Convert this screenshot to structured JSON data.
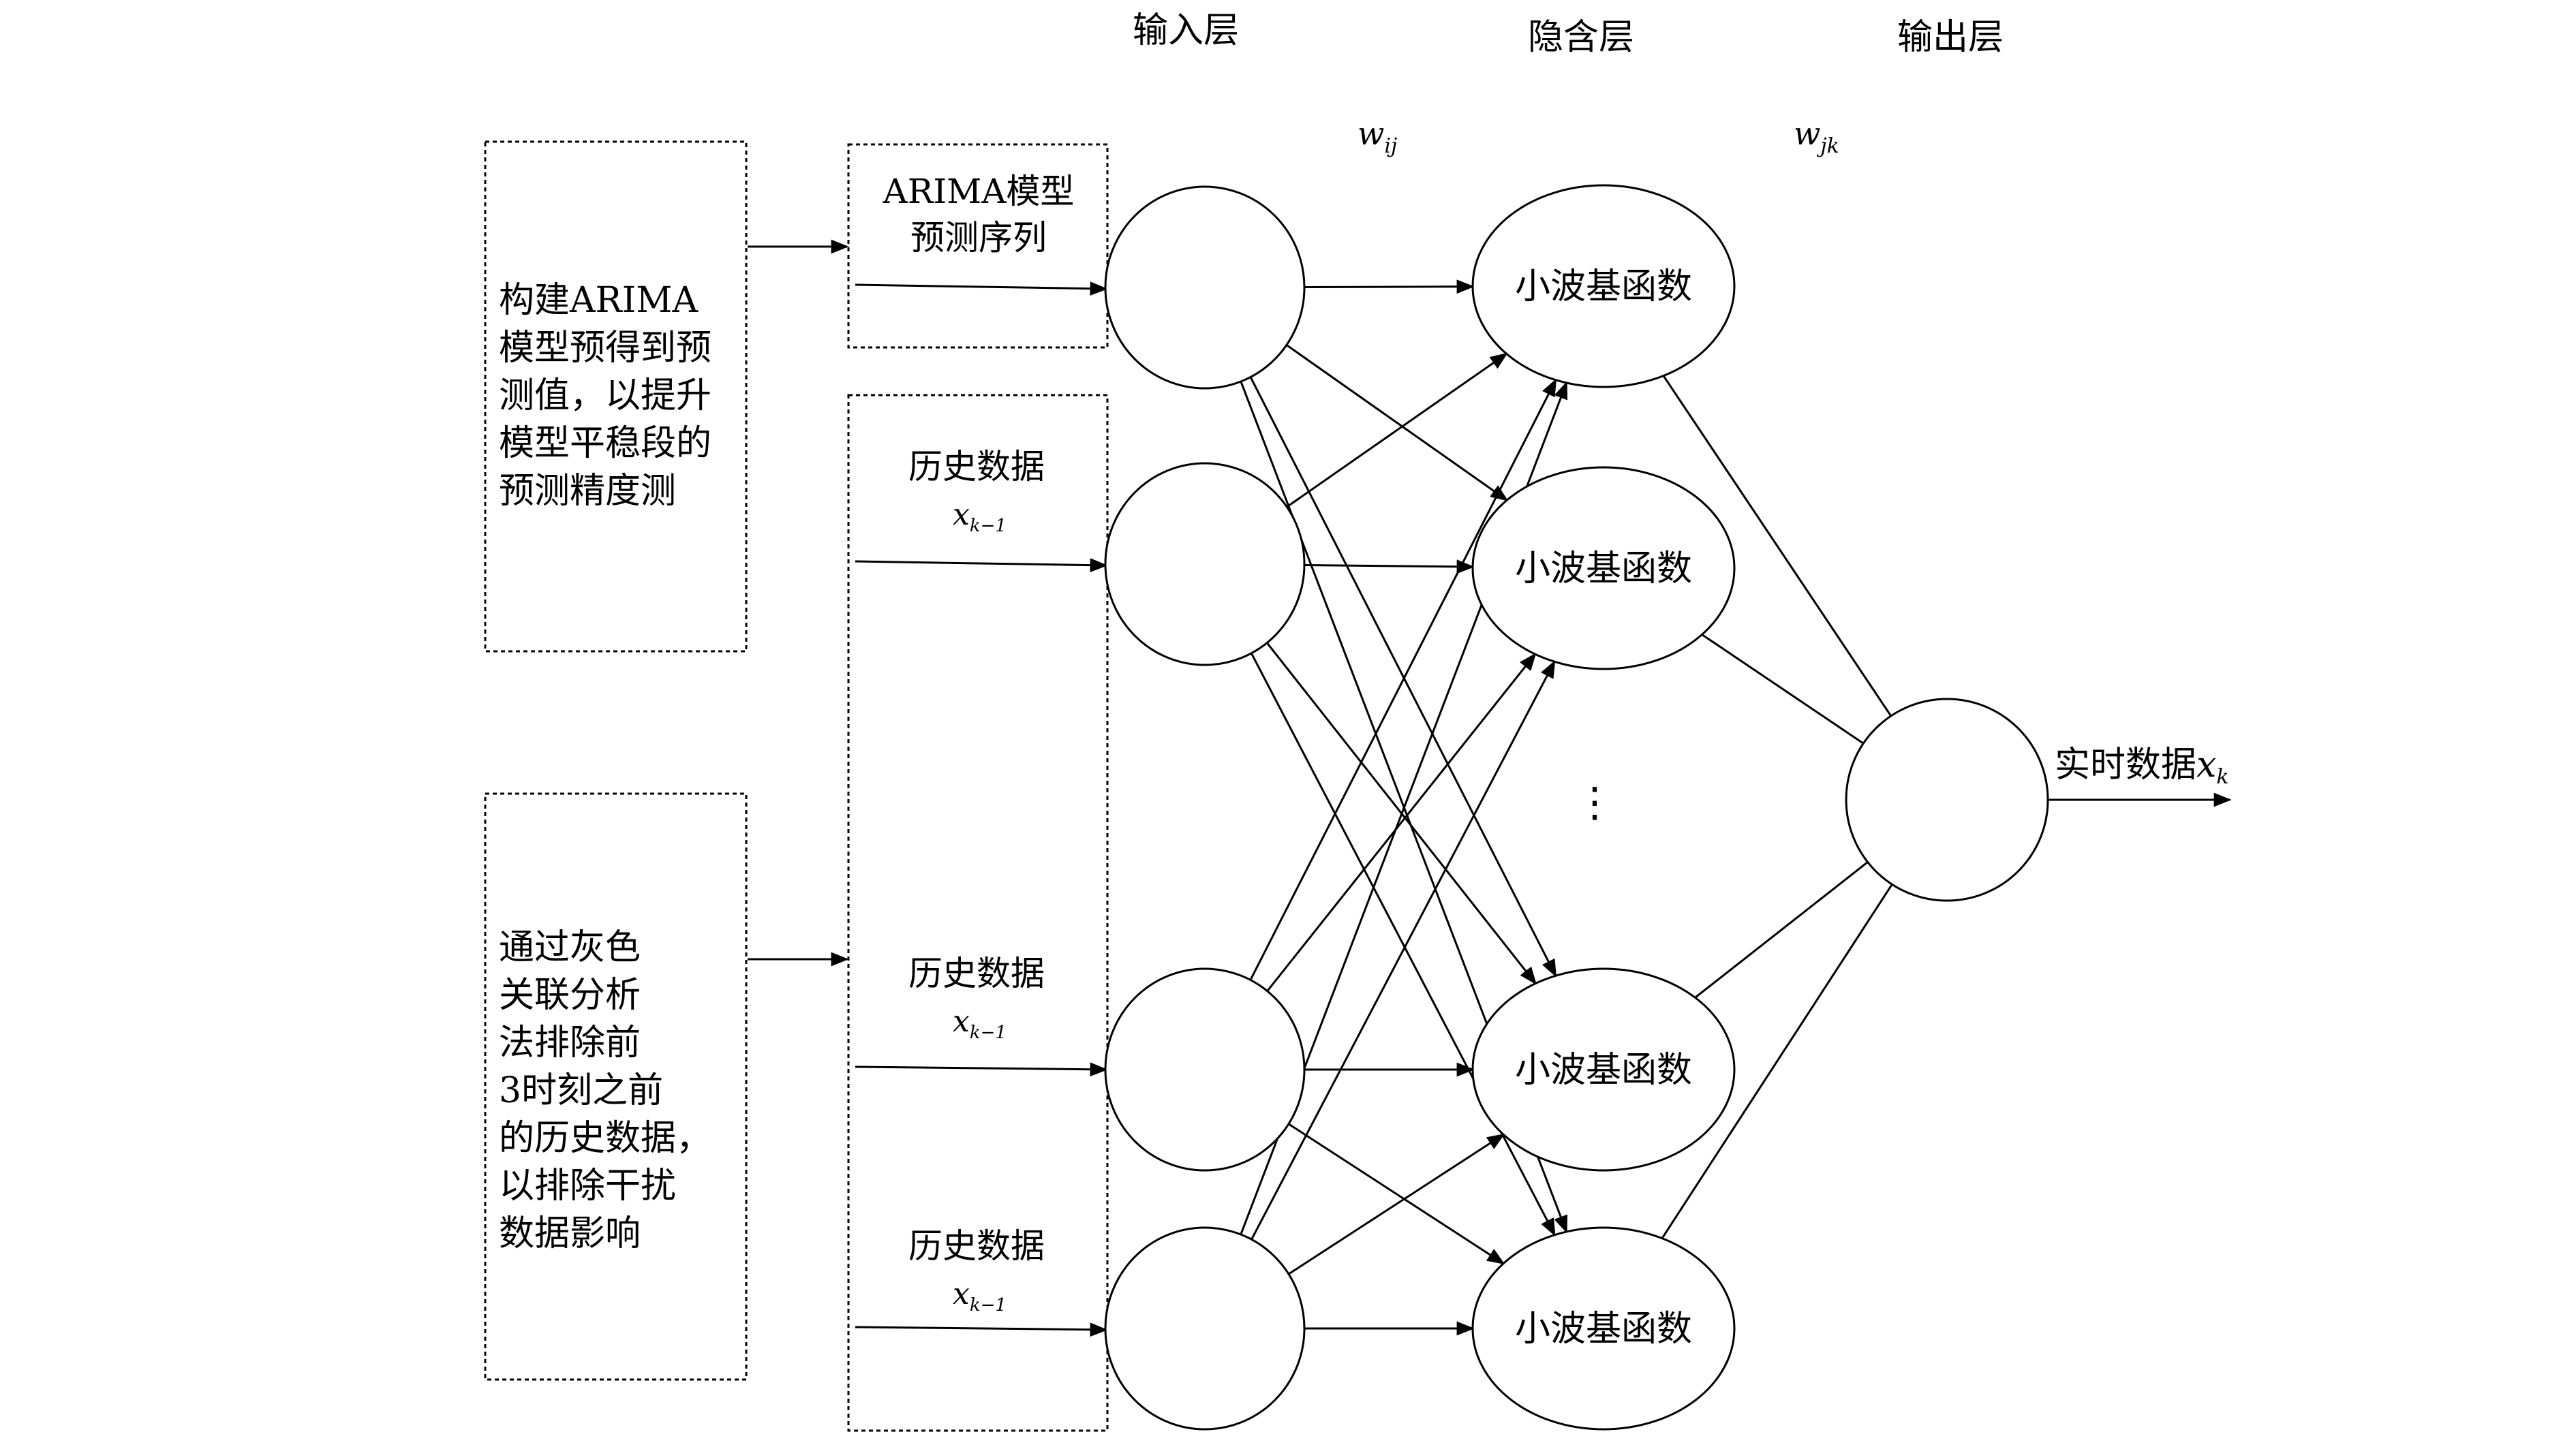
{
  "layers": {
    "input": "输入层",
    "hidden": "隐含层",
    "output": "输出层"
  },
  "weights": {
    "ij": {
      "base": "w",
      "sub": "ij"
    },
    "jk": {
      "base": "w",
      "sub": "jk"
    }
  },
  "left_boxes": {
    "arima_note": [
      "构建ARIMA",
      "模型预得到预",
      "测值，以提升",
      "模型平稳段的",
      "预测精度测"
    ],
    "grey_note": [
      "通过灰色",
      "关联分析",
      "法排除前",
      "3时刻之前",
      "的历史数据，",
      "以排除干扰",
      "数据影响"
    ]
  },
  "input_labels": {
    "arima": [
      "ARIMA模型",
      "预测序列"
    ],
    "history": [
      {
        "text": "历史数据",
        "var": "x",
        "sub": "k−1"
      },
      {
        "text": "历史数据",
        "var": "x",
        "sub": "k−1"
      },
      {
        "text": "历史数据",
        "var": "x",
        "sub": "k−1"
      }
    ]
  },
  "hidden_node_label": "小波基函数",
  "vertical_ellipsis": "⋮",
  "output_label": {
    "text": "实时数据",
    "var": "x",
    "sub": "k"
  },
  "colors": {
    "stroke": "#000000",
    "background": "#ffffff"
  }
}
